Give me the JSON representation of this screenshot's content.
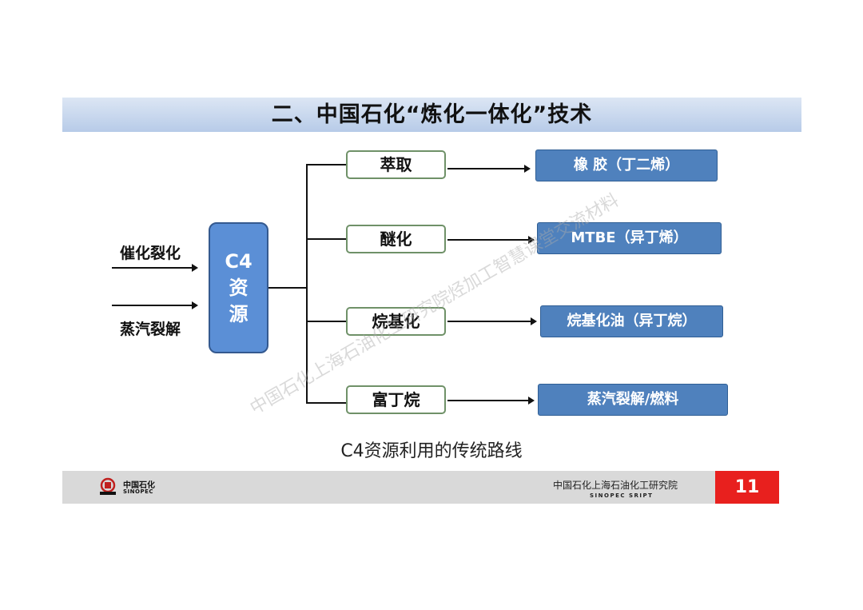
{
  "title": "二、中国石化“炼化一体化”技术",
  "sources": [
    "催化裂化",
    "蒸汽裂解"
  ],
  "center": {
    "line1": "C4",
    "line2": "资",
    "line3": "源"
  },
  "processes": [
    "萃取",
    "醚化",
    "烷基化",
    "富丁烷"
  ],
  "products": [
    "橡 胶（丁二烯）",
    "MTBE（异丁烯）",
    "烷基化油（异丁烷）",
    "蒸汽裂解/燃料"
  ],
  "caption": "C4资源利用的传统路线",
  "watermark": "中国石化上海石油化工研究院烃加工智慧课堂交流材料",
  "footer": {
    "logo_cn": "中国石化",
    "logo_en": "SINOPEC",
    "org_cn": "中国石化上海石油化工研究院",
    "org_en": "SINOPEC SRIPT",
    "page": "11"
  },
  "colors": {
    "accent": "#4f81bd",
    "center_box": "#5b8fd6",
    "page_badge": "#e8201e"
  }
}
